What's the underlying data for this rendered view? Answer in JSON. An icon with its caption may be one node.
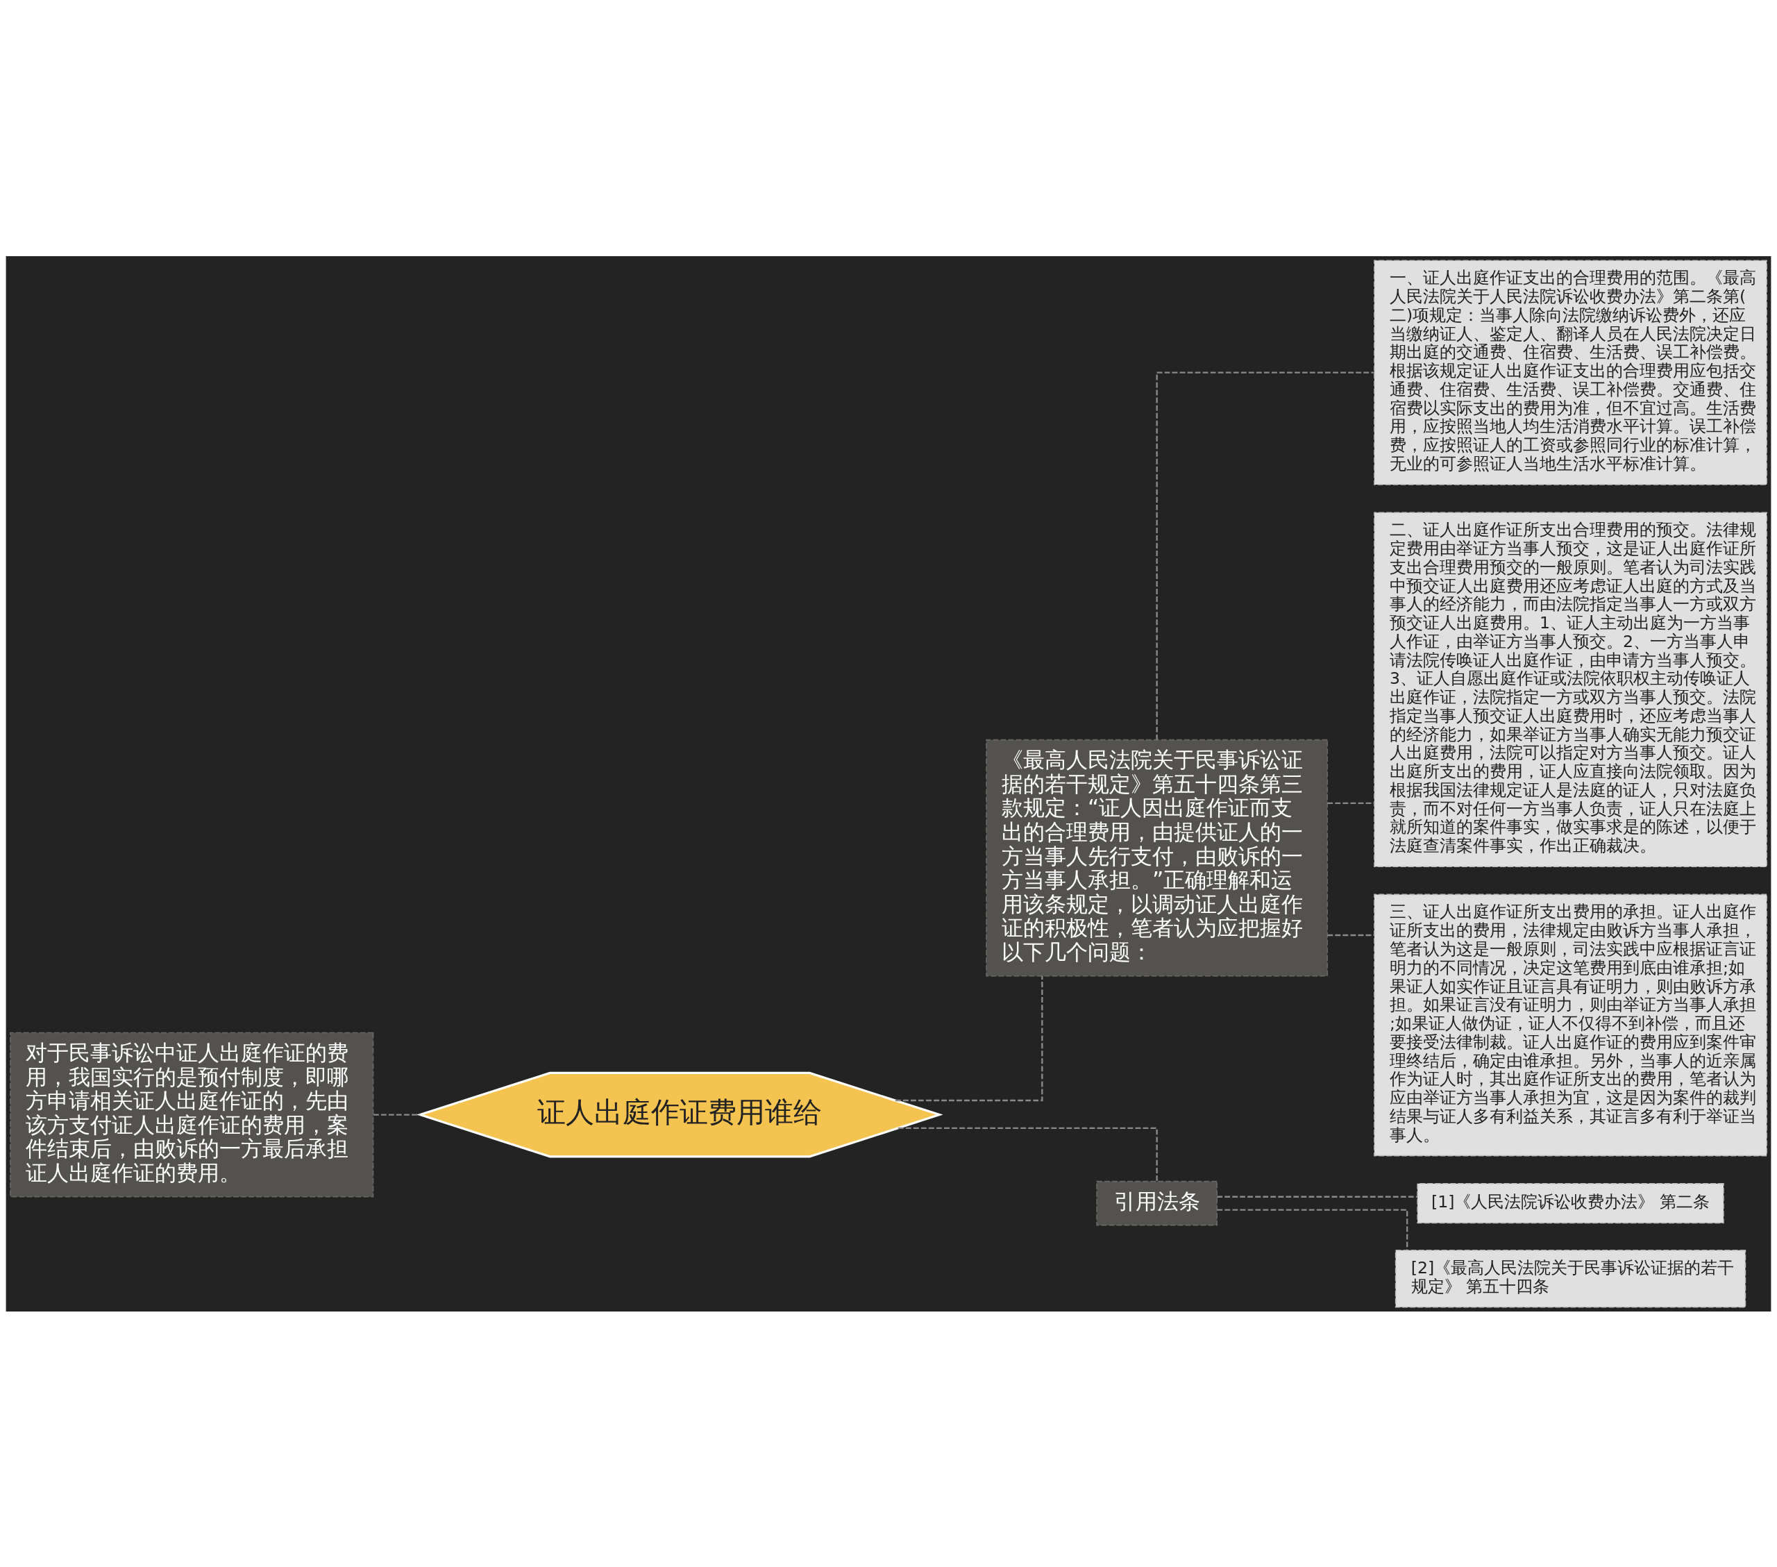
{
  "diagram": {
    "nodes": [
      {
        "text": [
          "证人出庭作证费用谁给"
        ]
      },
      {
        "text": [
          "对于民事诉讼中证人出庭作证的费用，我国实行的是预付制度，即哪方申请相关证人出庭作证的，先由该方支付证人出庭作证的费用，案件结束后，由败诉的一方最后承担证人出庭作证的费用。"
        ]
      },
      {
        "text": [
          "《最高人民法院关于民事诉讼证据的若干规定》第五十四条第三款规定：“证人因出庭作证而支出的合理费用，由提供证人的一方当事人先行支付，由败诉的一方当事人承担。”正确理解和运用该条规定，以调动证人出庭作证的积极性，笔者认为应把握好以下几个问题："
        ]
      },
      {
        "text": [
          "一、证人出庭作证支出的合理费用的范围。《最高人民法院关于人民法院诉讼收费办法》第二条第(二)项规定：当事人除向法院缴纳诉讼费外，还应当缴纳证人、鉴定人、翻译人员在人民法院决定日期出庭的交通费、住宿费、生活费、误工补偿费。根据该规定证人出庭作证支出的合理费用应包括交通费、住宿费、生活费、误工补偿费。交通费、住宿费以实际支出的费用为准，但不宜过高。生活费用，应按照当地人均生活消费水平计算。误工补偿费，应按照证人的工资或参照同行业的标准计算，无业的可参照证人当地生活水平标准计算。"
        ]
      },
      {
        "text": [
          "二、证人出庭作证所支出合理费用的预交。法律规定费用由举证方当事人预交，这是证人出庭作证所支出合理费用预交的一般原则。笔者认为司法实践中预交证人出庭费用还应考虑证人出庭的方式及当事人的经济能力，而由法院指定当事人一方或双方预交证人出庭费用。1、证人主动出庭为一方当事人作证，由举证方当事人预交。2、一方当事人申请法院传唤证人出庭作证，由申请方当事人预交。3、证人自愿出庭作证或法院依职权主动传唤证人出庭作证，法院指定一方或双方当事人预交。法院指定当事人预交证人出庭费用时，还应考虑当事人的经济能力，如果举证方当事人确实无能力预交证人出庭费用，法院可以指定对方当事人预交。证人出庭所支出的费用，证人应直接向法院领取。因为根据我国法律规定证人是法庭的证人，只对法庭负责，而不对任何一方当事人负责，证人只在法庭上就所知道的案件事实，做实事求是的陈述，以便于法庭查清案件事实，作出正确裁决。"
        ]
      },
      {
        "text": [
          "三、证人出庭作证所支出费用的承担。证人出庭作证所支出的费用，法律规定由败诉方当事人承担，笔者认为这是一般原则，司法实践中应根据证言证明力的不同情况，决定这笔费用到底由谁承担;如果证人如实作证且证言具有证明力，则由败诉方承担。如果证言没有证明力，则由举证方当事人承担;如果证人做伪证，证人不仅得不到补偿，而且还要接受法律制裁。证人出庭作证的费用应到案件审理终结后，确定由谁承担。另外，当事人的近亲属作为证人时，其出庭作证所支出的费用，笔者认为应由举证方当事人承担为宜，这是因为案件的裁判结果与证人多有利益关系，其证言多有利于举证当事人。"
        ]
      },
      {
        "text": [
          "引用法条"
        ]
      },
      {
        "text": [
          "[1]《人民法院诉讼收费办法》 第二条"
        ]
      },
      {
        "text": [
          "[2]《最高人民法院关于民事诉讼证据的若干规定》 第五十四条"
        ]
      }
    ],
    "edges": [
      {
        "from": 1,
        "to": 0,
        "arrow": "none"
      },
      {
        "from": 0,
        "to": 2,
        "arrow": "none"
      },
      {
        "from": 2,
        "to": 3,
        "arrow": "none"
      },
      {
        "from": 2,
        "to": 4,
        "arrow": "none"
      },
      {
        "from": 2,
        "to": 5,
        "arrow": "none"
      },
      {
        "from": 0,
        "to": 6,
        "arrow": "none"
      },
      {
        "from": 6,
        "to": 7,
        "arrow": "none"
      },
      {
        "from": 6,
        "to": 8,
        "arrow": "none"
      }
    ]
  }
}
